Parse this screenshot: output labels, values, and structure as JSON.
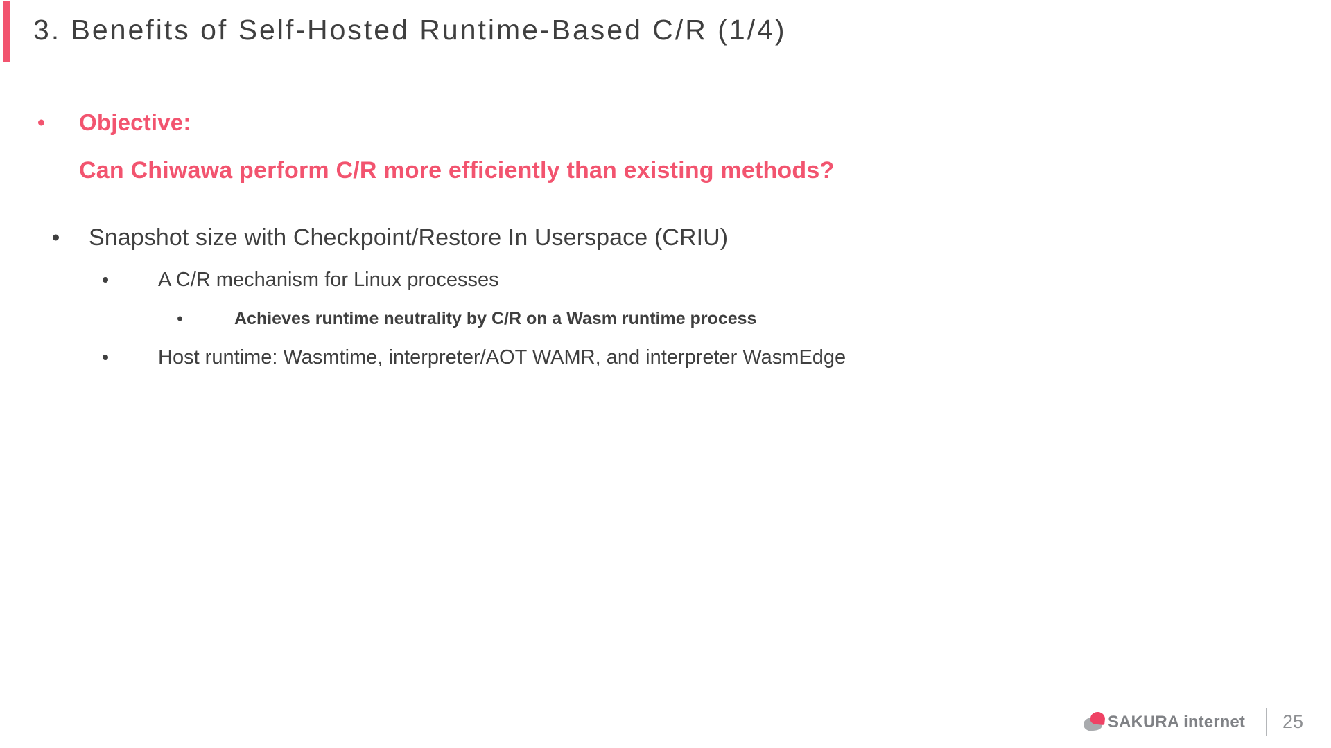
{
  "slide": {
    "title": "3.  Benefits of Self-Hosted Runtime-Based C/R (1/4)",
    "accent_color": "#f2546f",
    "text_color": "#3f3f3f",
    "background_color": "#ffffff"
  },
  "content": {
    "objective_label": "Objective:",
    "objective_question": "Can Chiwawa perform C/R more efficiently than existing methods?",
    "bullets": [
      {
        "level": 1,
        "text": "Snapshot size with Checkpoint/Restore In Userspace (CRIU)"
      },
      {
        "level": 2,
        "text": "A C/R mechanism for Linux processes"
      },
      {
        "level": 3,
        "text": "Achieves runtime neutrality by C/R on a Wasm runtime process"
      },
      {
        "level": 2,
        "text": "Host runtime: Wasmtime, interpreter/AOT WAMR, and interpreter WasmEdge"
      }
    ]
  },
  "footer": {
    "logo_text": "SAKURA internet",
    "logo_mark_color": "#ef4264",
    "logo_drop_color": "#a9abae",
    "page_number": "25"
  }
}
